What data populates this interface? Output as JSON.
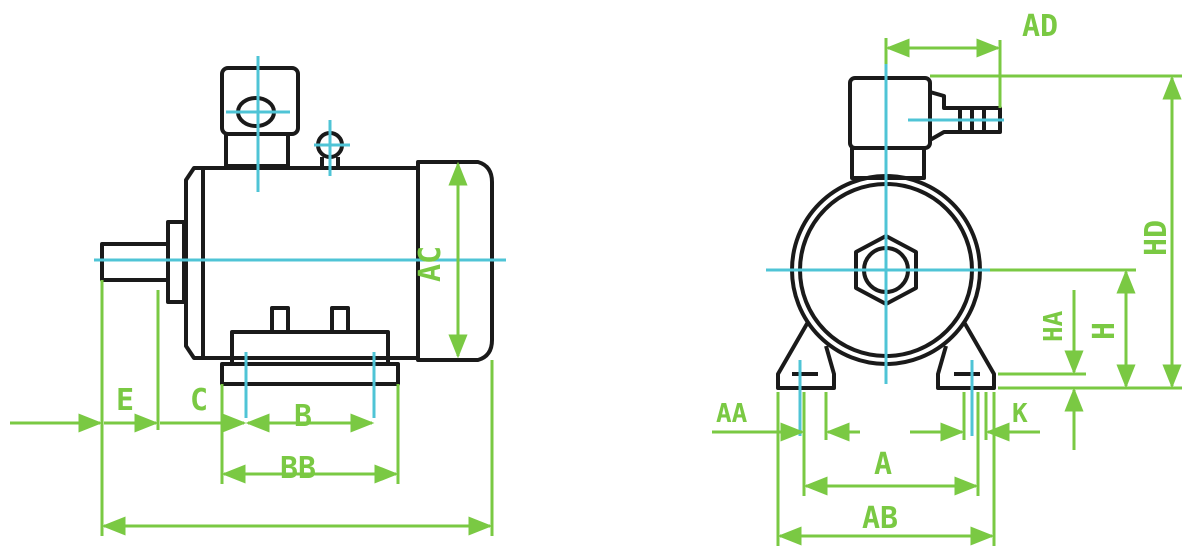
{
  "colors": {
    "outline": "#1a1a1a",
    "dimension": "#7ac943",
    "centerline": "#4fc4d6",
    "background": "#ffffff"
  },
  "side_view": {
    "labels": {
      "E": "E",
      "C": "C",
      "B": "B",
      "BB": "BB",
      "AC": "AC"
    }
  },
  "front_view": {
    "labels": {
      "AD": "AD",
      "HD": "HD",
      "HA": "HA",
      "H": "H",
      "AA": "AA",
      "K": "K",
      "A": "A",
      "AB": "AB"
    }
  }
}
